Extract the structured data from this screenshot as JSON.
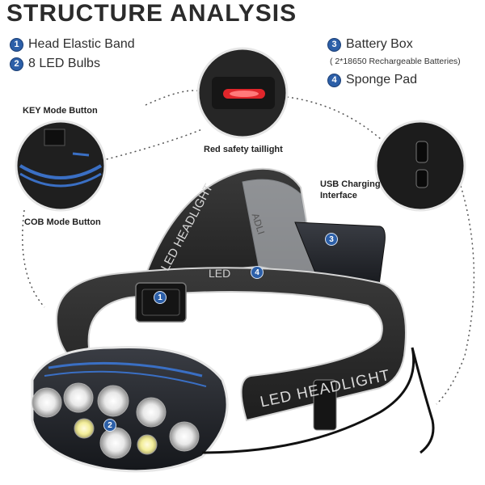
{
  "title": "STRUCTURE ANALYSIS",
  "legend": {
    "item1": {
      "num": "1",
      "label": "Head Elastic Band"
    },
    "item2": {
      "num": "2",
      "label": "8 LED Bulbs"
    },
    "item3": {
      "num": "3",
      "label": "Battery Box"
    },
    "item3_note": "( 2*18650 Rechargeable Batteries)",
    "item4": {
      "num": "4",
      "label": "Sponge Pad"
    }
  },
  "callouts": {
    "key_mode": "KEY Mode Button",
    "cob_mode": "COB Mode Button",
    "taillight": "Red safety taillight",
    "usb_line1": "USB Charging",
    "usb_line2": "Interface"
  },
  "product": {
    "strap_text_front": "LED HEADLIGHT",
    "strap_text_top": "LED HEADLIGHT",
    "strap_text_side": "LED",
    "pad_text": "ADLI",
    "markers": [
      "1",
      "2",
      "3",
      "4"
    ]
  },
  "colors": {
    "accent": "#2c5fa8",
    "taillight": "#e0262b",
    "strap": "#2a2a2a",
    "lamp_trim": "#3a6fc4"
  }
}
